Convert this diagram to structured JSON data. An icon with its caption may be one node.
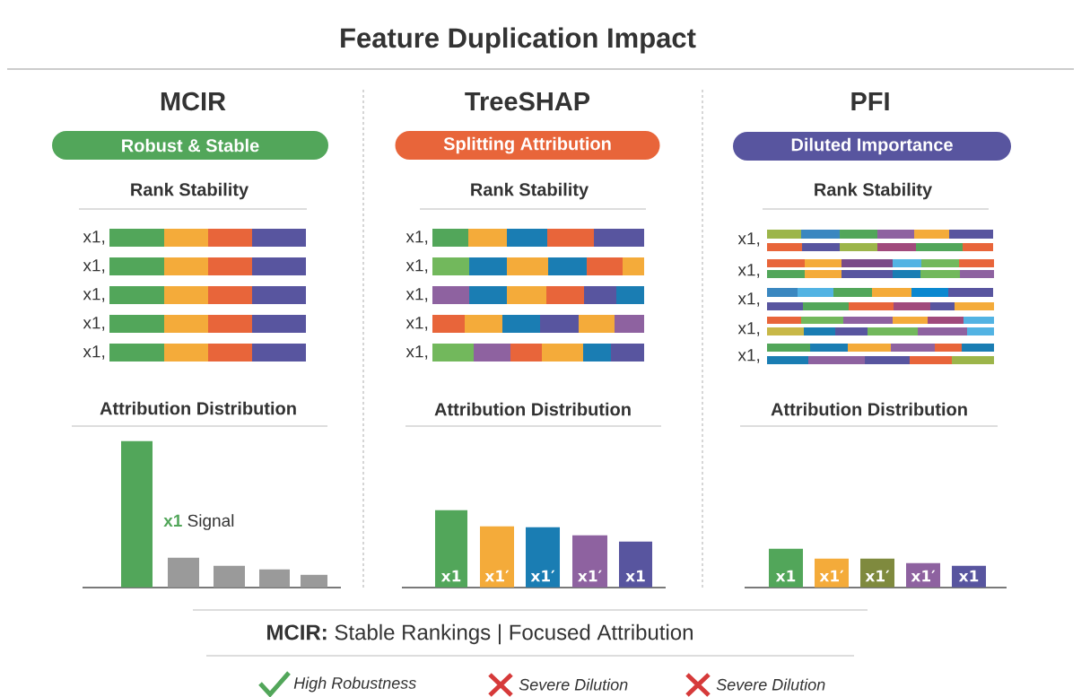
{
  "diagram": {
    "title": "Feature Duplication Impact",
    "nodes": [
      {
        "text": [
          "Robust & Stable"
        ]
      },
      {
        "text": [
          "Splitting Attribution"
        ]
      },
      {
        "text": [
          "Diluted Importance"
        ]
      },
      {
        "text": [],
        "shape": "bar",
        "beside": [
          "**x1** Signal"
        ]
      },
      {
        "text": [],
        "shape": "bar"
      },
      {
        "text": [],
        "shape": "bar"
      },
      {
        "text": [],
        "shape": "bar"
      },
      {
        "text": [],
        "shape": "bar"
      },
      {
        "text": [
          "x1"
        ]
      },
      {
        "text": [
          "x1′"
        ]
      },
      {
        "text": [
          "x1′"
        ]
      },
      {
        "text": [
          "x1′"
        ]
      },
      {
        "text": [
          "x1"
        ]
      },
      {
        "text": [
          "x1"
        ]
      },
      {
        "text": [
          "x1′"
        ]
      },
      {
        "text": [
          "x1′"
        ]
      },
      {
        "text": [
          "x1′"
        ]
      },
      {
        "text": [
          "x1"
        ]
      }
    ],
    "labels": [
      "MCIR",
      "TreeSHAP",
      "PFI",
      "Rank Stability",
      "Rank Stability",
      "Rank Stability",
      "x1,",
      "x1,",
      "x1,",
      "x1,",
      "x1,",
      "x1,",
      "x1,",
      "x1,",
      "x1,",
      "x1,",
      "x1,",
      "x1,",
      "x1,",
      "x1,",
      "x1,",
      "Attribution Distribution",
      "Attribution Distribution",
      "Attribution Distribution",
      "**MCIR:** Stable Rankings | Focused Attribution",
      "High Robustness",
      "Severe Dilution",
      "Severe Dilution"
    ]
  }
}
